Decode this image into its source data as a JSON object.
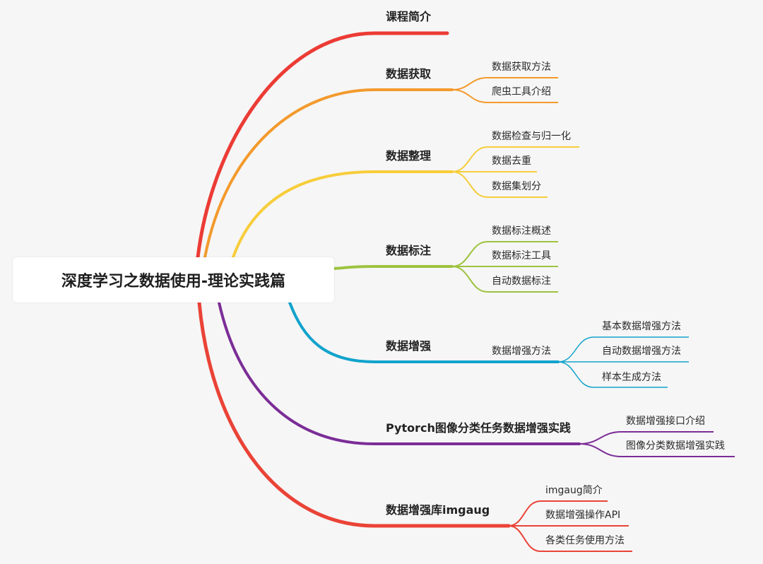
{
  "title": "深度学习之数据使用-理论实践篇",
  "colors": {
    "red": "#ec3b35",
    "orange": "#f39a2c",
    "yellow": "#f7cd3a",
    "green": "#9dc33f",
    "cyan": "#11a3cc",
    "purple": "#7b2d96",
    "red2": "#ea4337"
  },
  "branches": [
    {
      "label": "课程简介",
      "children": []
    },
    {
      "label": "数据获取",
      "children": [
        "数据获取方法",
        "爬虫工具介绍"
      ]
    },
    {
      "label": "数据整理",
      "children": [
        "数据检查与归一化",
        "数据去重",
        "数据集划分"
      ]
    },
    {
      "label": "数据标注",
      "children": [
        "数据标注概述",
        "数据标注工具",
        "自动数据标注"
      ]
    },
    {
      "label": "数据增强",
      "children": [
        "数据增强方法"
      ],
      "grandchildren": [
        "基本数据增强方法",
        "自动数据增强方法",
        "样本生成方法"
      ]
    },
    {
      "label": "Pytorch图像分类任务数据增强实践",
      "children": [
        "数据增强接口介绍",
        "图像分类数据增强实践"
      ]
    },
    {
      "label": "数据增强库imgaug",
      "children": [
        "imgaug简介",
        "数据增强操作API",
        "各类任务使用方法"
      ]
    }
  ]
}
